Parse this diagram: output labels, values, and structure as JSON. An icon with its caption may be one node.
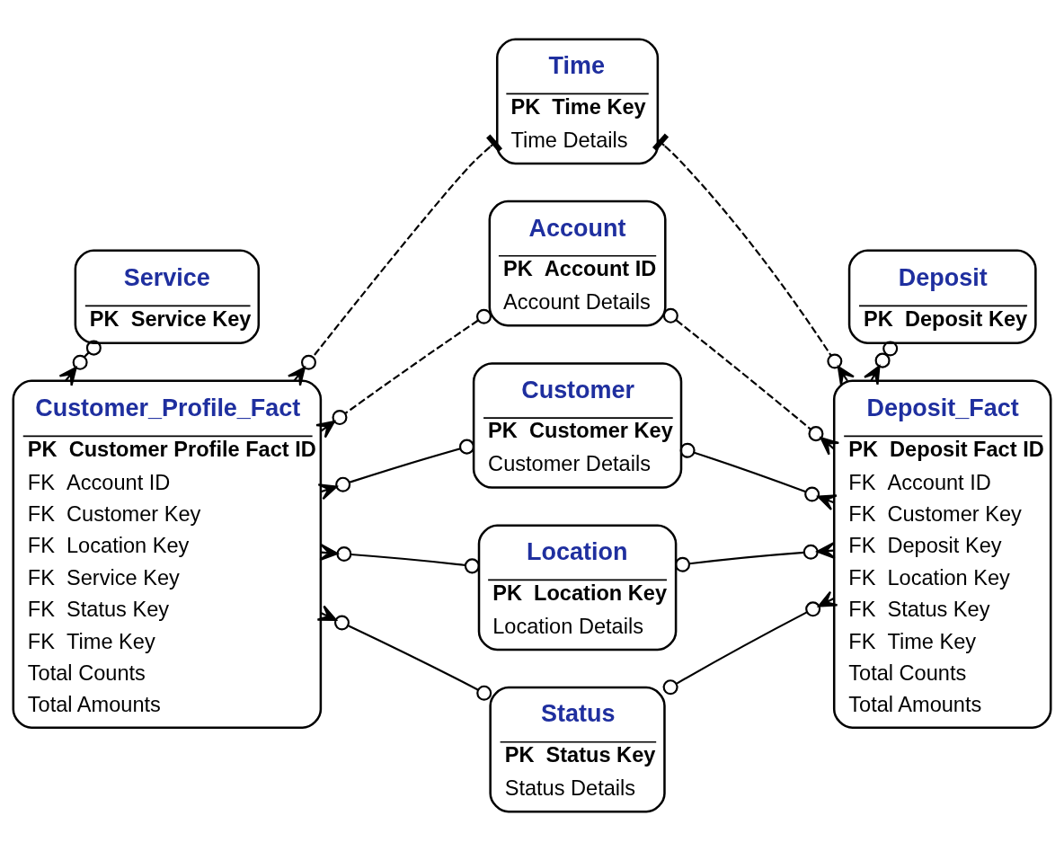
{
  "diagram": {
    "nodes": [
      {
        "text": [
          "Service",
          "PK  Service Key"
        ]
      },
      {
        "text": [
          "Time",
          "PK  Time Key",
          "Time Details"
        ]
      },
      {
        "text": [
          "Deposit",
          "PK  Deposit Key"
        ]
      },
      {
        "text": [
          "Account",
          "PK  Account ID",
          "Account Details"
        ]
      },
      {
        "text": [
          "Customer_Profile_Fact",
          "PK  Customer Profile Fact ID",
          "FK  Account ID",
          "FK  Customer Key",
          "FK  Location Key",
          "FK  Service Key",
          "FK  Status Key",
          "FK  Time Key",
          "Total Counts",
          "Total Amounts"
        ]
      },
      {
        "text": [
          "Customer",
          "PK  Customer Key",
          "Customer Details"
        ]
      },
      {
        "text": [
          "Deposit_Fact",
          "PK  Deposit Fact ID",
          "FK  Account ID",
          "FK  Customer Key",
          "FK  Deposit Key",
          "FK  Location Key",
          "FK  Status Key",
          "FK  Time Key",
          "Total Counts",
          "Total Amounts"
        ]
      },
      {
        "text": [
          "Location",
          "PK  Location Key",
          "Location Details"
        ]
      },
      {
        "text": [
          "Status",
          "PK  Status Key",
          "Status Details"
        ]
      }
    ],
    "edges": [
      {
        "from": 0,
        "to": 4,
        "arrow": "other",
        "style": "dashed"
      },
      {
        "from": 1,
        "to": 4,
        "arrow": "other",
        "style": "dashed"
      },
      {
        "from": 1,
        "to": 6,
        "arrow": "other",
        "style": "dashed"
      },
      {
        "from": 2,
        "to": 6,
        "arrow": "other",
        "style": "dashed"
      },
      {
        "from": 3,
        "to": 4,
        "arrow": "other",
        "style": "dashed"
      },
      {
        "from": 3,
        "to": 6,
        "arrow": "other",
        "style": "dashed"
      },
      {
        "from": 5,
        "to": 4,
        "arrow": "other"
      },
      {
        "from": 5,
        "to": 6,
        "arrow": "other"
      },
      {
        "from": 7,
        "to": 4,
        "arrow": "other"
      },
      {
        "from": 7,
        "to": 6,
        "arrow": "other"
      },
      {
        "from": 8,
        "to": 4,
        "arrow": "other"
      },
      {
        "from": 8,
        "to": 6,
        "arrow": "other"
      }
    ]
  }
}
